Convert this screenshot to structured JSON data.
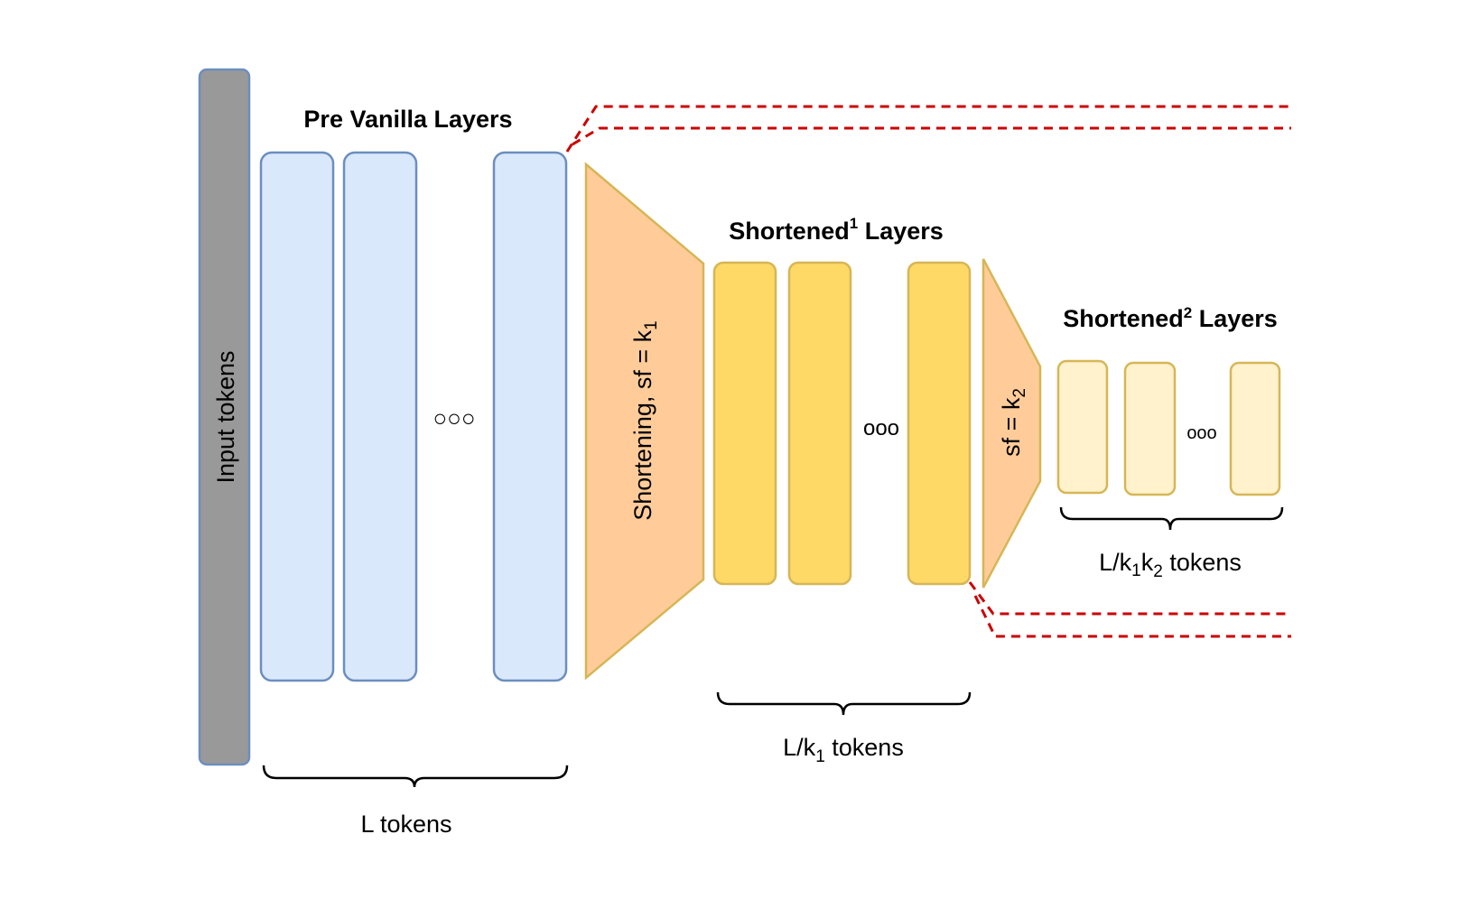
{
  "colors": {
    "input_fill": "#999999",
    "input_stroke": "#6c8ebf",
    "vanilla_fill": "#dae8fc",
    "vanilla_stroke": "#6c8ebf",
    "shortening_fill": "#ffcc99",
    "shortening_stroke": "#d6b656",
    "short1_fill": "#ffd966",
    "short1_stroke": "#d6b656",
    "short2_fill": "#fff2cc",
    "short2_stroke": "#d6b656",
    "dashed_line": "#cc0000",
    "brace": "#000000"
  },
  "input": {
    "label": "Input tokens"
  },
  "stages": {
    "pre_vanilla": {
      "title": "Pre Vanilla Layers",
      "ellipsis": "○○○",
      "tokens_label": "L tokens"
    },
    "shortening1": {
      "label_main": "Shortening, sf = k",
      "label_sub": "1"
    },
    "shortened1": {
      "title_main": "Shortened",
      "title_sup": "1",
      "title_rest": " Layers",
      "ellipsis": "ooo",
      "tokens_main": "L/k",
      "tokens_sub": "1",
      "tokens_rest": " tokens"
    },
    "shortening2": {
      "label_main": "sf = k",
      "label_sub": "2"
    },
    "shortened2": {
      "title_main": "Shortened",
      "title_sup": "2",
      "title_rest": " Layers",
      "ellipsis": "ooo",
      "tokens_main": "L/k",
      "tokens_sub1": "1",
      "tokens_mid": "k",
      "tokens_sub2": "2",
      "tokens_rest": " tokens"
    }
  }
}
